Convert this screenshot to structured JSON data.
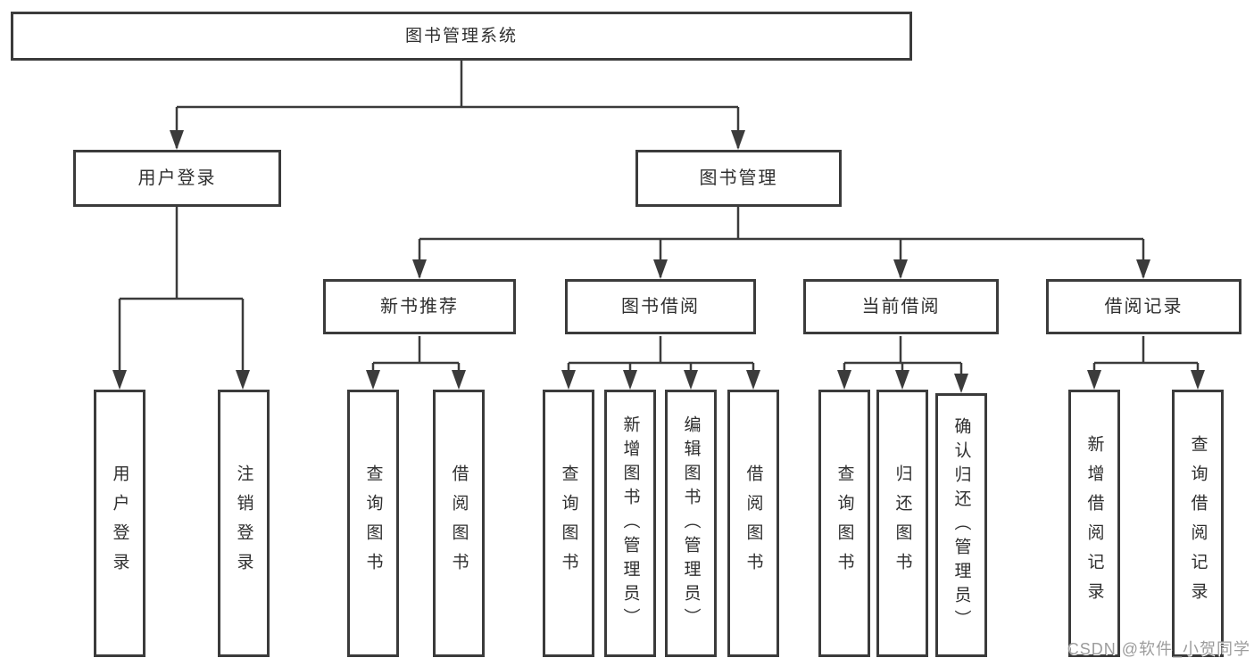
{
  "diagram": {
    "root": {
      "label": "图书管理系统"
    },
    "branches": [
      {
        "label": "用户登录",
        "children": [
          "用户登录",
          "注销登录"
        ]
      },
      {
        "label": "图书管理",
        "sections": [
          {
            "label": "新书推荐",
            "children": [
              "查询图书",
              "借阅图书"
            ]
          },
          {
            "label": "图书借阅",
            "children": [
              "查询图书",
              "新增图书（管理员）",
              "编辑图书（管理员）",
              "借阅图书"
            ]
          },
          {
            "label": "当前借阅",
            "children": [
              "查询图书",
              "归还图书",
              "确认归还（管理员）"
            ]
          },
          {
            "label": "借阅记录",
            "children": [
              "新增借阅记录",
              "查询借阅记录"
            ]
          }
        ]
      }
    ]
  },
  "watermark": "CSDN @软件_小贺同学",
  "colors": {
    "line": "#3b3b3b",
    "text": "#2f2f2f",
    "watermark": "#9c9c9c",
    "background": "#ffffff"
  }
}
